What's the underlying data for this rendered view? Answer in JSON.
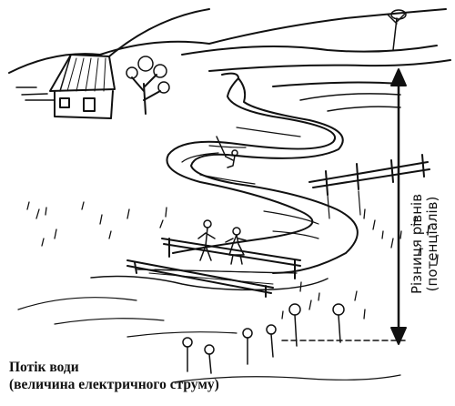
{
  "caption": {
    "line1": "Потік води",
    "line2": "(величина електричного струму)"
  },
  "side_label": {
    "line1": "Різниця рівнів",
    "line2": "(потенціалів)"
  },
  "icons": {
    "level_arrow": "double-headed-arrow-icon",
    "flower": "flower-icon",
    "house": "house-icon",
    "tree": "tree-icon"
  }
}
